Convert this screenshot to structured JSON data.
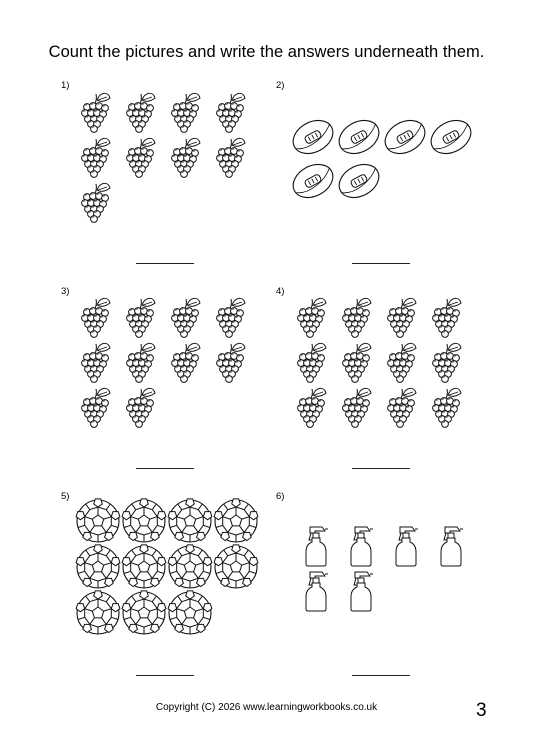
{
  "instructions": "Count the pictures and write the answers underneath them.",
  "questions": [
    {
      "label": "1)",
      "icon": "grapes-icon",
      "count": 9
    },
    {
      "label": "2)",
      "icon": "rugby-ball-icon",
      "count": 6
    },
    {
      "label": "3)",
      "icon": "grapes-icon",
      "count": 10
    },
    {
      "label": "4)",
      "icon": "grapes-icon",
      "count": 12
    },
    {
      "label": "5)",
      "icon": "soccer-ball-icon",
      "count": 11
    },
    {
      "label": "6)",
      "icon": "spray-bottle-icon",
      "count": 6
    }
  ],
  "footer": {
    "copyright": "Copyright (C) 2026 www.learningworkbooks.co.uk",
    "page_number": "3"
  }
}
